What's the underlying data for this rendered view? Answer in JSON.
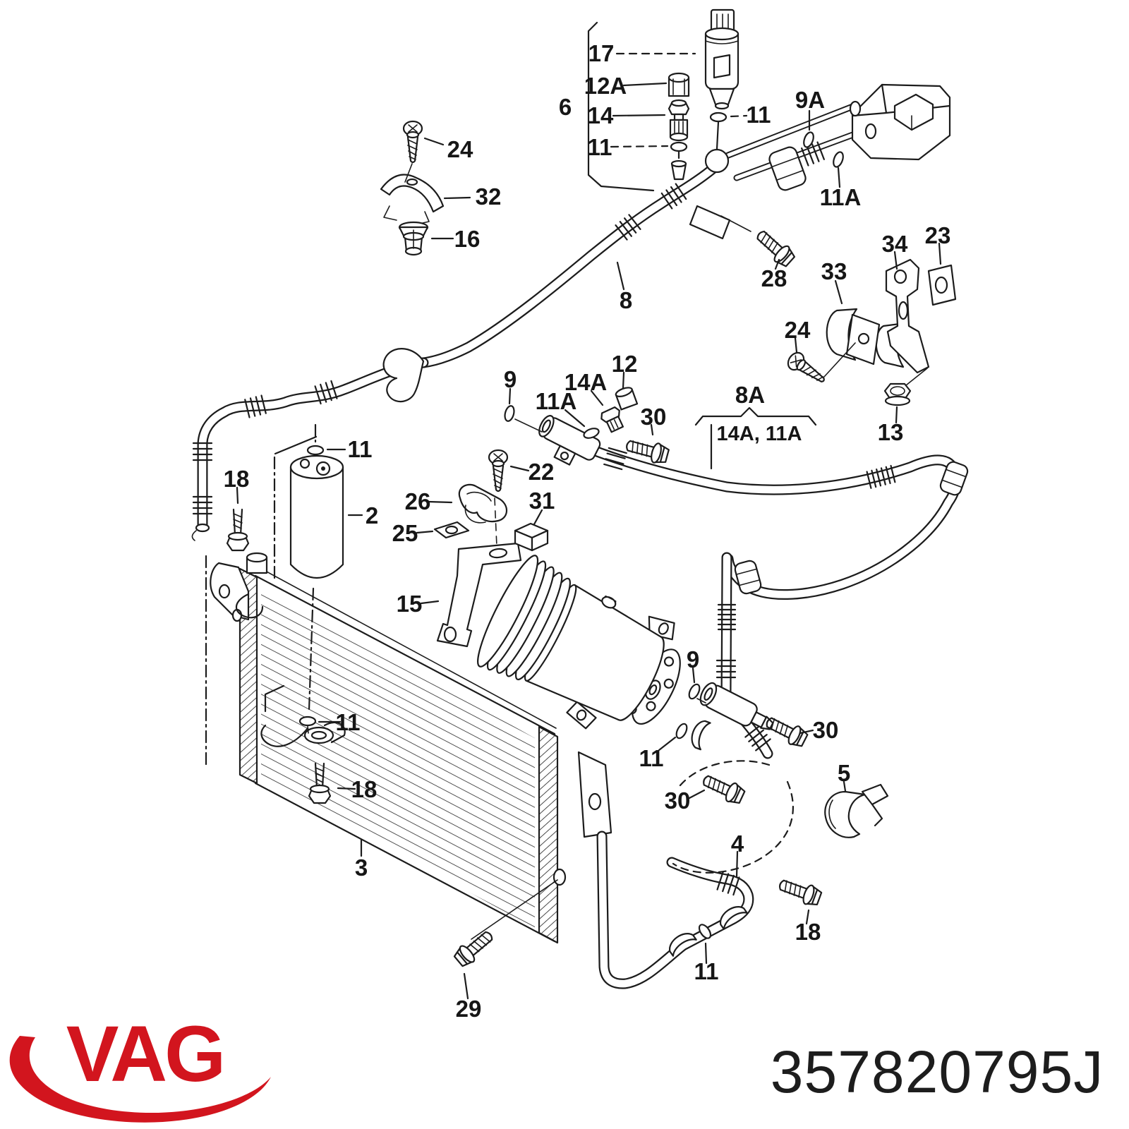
{
  "page": {
    "background": "#ffffff",
    "line_color": "#1c1c1c",
    "accent_red": "#d2151e"
  },
  "diagram": {
    "description": "Exploded parts diagram: air conditioning condenser, receiver drier, compressor and refrigerant hoses",
    "callouts": {
      "c6": "6",
      "c17": "17",
      "c12A": "12A",
      "c14": "14",
      "c11_valve": "11",
      "c11_switch": "11",
      "c9A": "9A",
      "c11A_top": "11A",
      "c24_left": "24",
      "c32": "32",
      "c16": "16",
      "c28": "28",
      "c8": "8",
      "c33": "33",
      "c34": "34",
      "c23": "23",
      "c24_right": "24",
      "c13": "13",
      "c9_pipe": "9",
      "c14A": "14A",
      "c12": "12",
      "c11A_mid": "11A",
      "c30_mid": "30",
      "c8A": "8A",
      "c8A_sub": "14A, 11A",
      "c11_drier": "11",
      "c2": "2",
      "c18_left": "18",
      "c22": "22",
      "c26": "26",
      "c25": "25",
      "c31": "31",
      "c15": "15",
      "c9_comp": "9",
      "c30_right": "30",
      "c11_comp": "11",
      "c30_low": "30",
      "c5": "5",
      "c4": "4",
      "c18_right": "18",
      "c11_low": "11",
      "c11_cond": "11",
      "c18_cond": "18",
      "c3": "3",
      "c29": "29"
    }
  },
  "footer": {
    "logo_text": "VAG",
    "part_number": "357820795J"
  }
}
